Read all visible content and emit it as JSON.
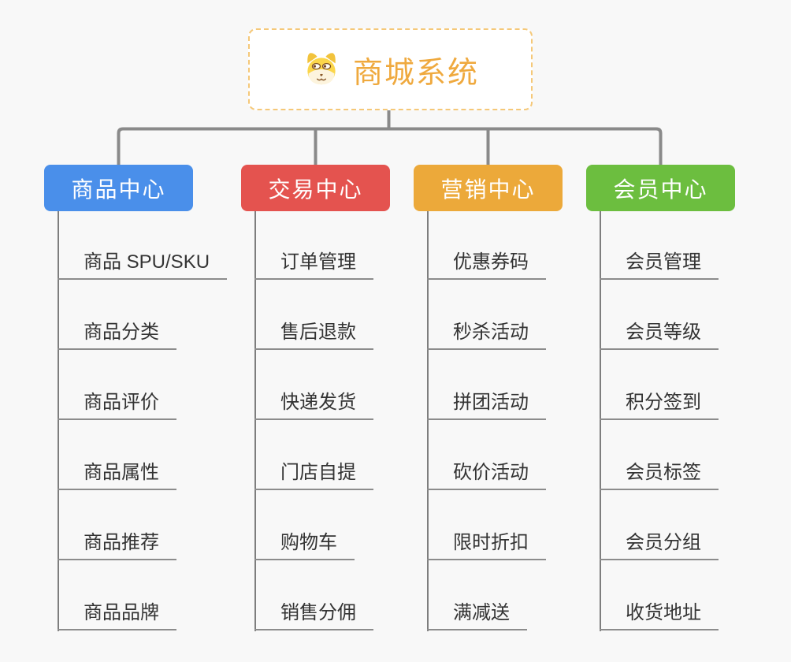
{
  "root": {
    "title": "商城系统",
    "icon": "doge-face-icon",
    "accent_color": "#EFA93E",
    "border_color": "#F5C878"
  },
  "colors": {
    "background": "#F8F8F8",
    "connector": "#8A8A8A",
    "leaf_text": "#333333",
    "leaf_underline": "#8C8C8C"
  },
  "branches": [
    {
      "label": "商品中心",
      "color": "#4A8FEA",
      "items": [
        "商品 SPU/SKU",
        "商品分类",
        "商品评价",
        "商品属性",
        "商品推荐",
        "商品品牌"
      ]
    },
    {
      "label": "交易中心",
      "color": "#E4534F",
      "items": [
        "订单管理",
        "售后退款",
        "快递发货",
        "门店自提",
        "购物车",
        "销售分佣"
      ]
    },
    {
      "label": "营销中心",
      "color": "#ECA93A",
      "items": [
        "优惠券码",
        "秒杀活动",
        "拼团活动",
        "砍价活动",
        "限时折扣",
        "满减送"
      ]
    },
    {
      "label": "会员中心",
      "color": "#6CBE3F",
      "items": [
        "会员管理",
        "会员等级",
        "积分签到",
        "会员标签",
        "会员分组",
        "收货地址"
      ]
    }
  ]
}
